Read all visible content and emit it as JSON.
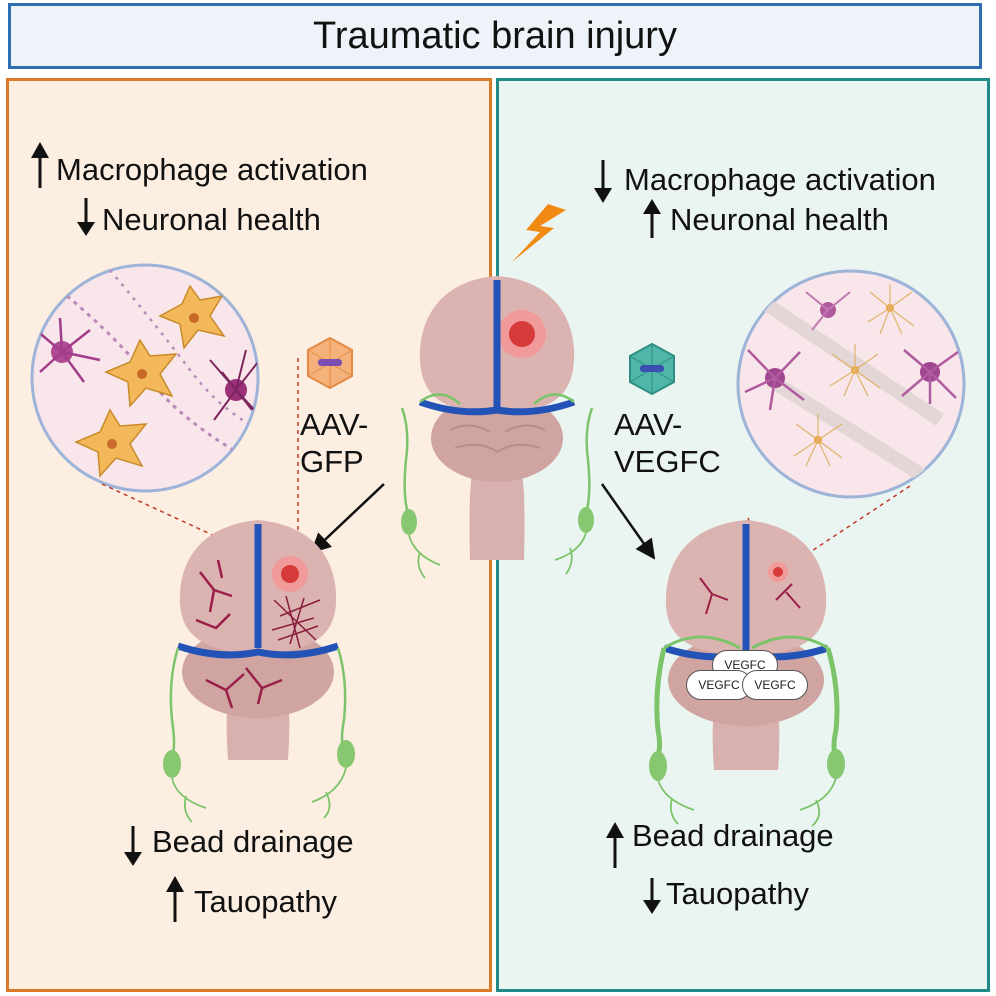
{
  "title": "Traumatic brain injury",
  "left_panel": {
    "effects_top": [
      {
        "arrow": "up",
        "text": "Macrophage activation"
      },
      {
        "arrow": "down",
        "text": "Neuronal health"
      }
    ],
    "vector_line1": "AAV-",
    "vector_line2": "GFP",
    "effects_bottom": [
      {
        "arrow": "down",
        "text": "Bead drainage"
      },
      {
        "arrow": "up",
        "text": "Tauopathy"
      }
    ]
  },
  "right_panel": {
    "effects_top": [
      {
        "arrow": "down",
        "text": "Macrophage activation"
      },
      {
        "arrow": "up",
        "text": "Neuronal health"
      }
    ],
    "vector_line1": "AAV-",
    "vector_line2": "VEGFC",
    "vegfc_labels": [
      "VEGFC",
      "VEGFC",
      "VEGFC"
    ],
    "effects_bottom": [
      {
        "arrow": "up",
        "text": "Bead drainage"
      },
      {
        "arrow": "down",
        "text": "Tauopathy"
      }
    ]
  },
  "colors": {
    "left_border": "#d87a26",
    "right_border": "#1f8a86",
    "title_border": "#2f6fb0",
    "vessel": "#2453b8",
    "lymph": "#7cc46a",
    "lesion": "#e24b4b",
    "brain": "#d9b1ae",
    "lightning": "#f08a12"
  },
  "icons": [
    "lightning-icon",
    "aav-gfp-virus-icon",
    "aav-vegfc-virus-icon"
  ]
}
